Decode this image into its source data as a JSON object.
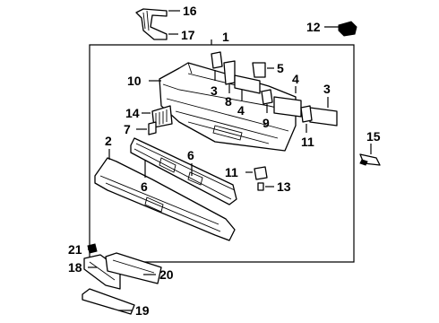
{
  "callouts": {
    "c1": "1",
    "c2": "2",
    "c3a": "3",
    "c3b": "3",
    "c4a": "4",
    "c4b": "4",
    "c5": "5",
    "c6a": "6",
    "c6b": "6",
    "c7": "7",
    "c8": "8",
    "c9": "9",
    "c10": "10",
    "c11a": "11",
    "c11b": "11",
    "c12": "12",
    "c13": "13",
    "c14": "14",
    "c15": "15",
    "c16": "16",
    "c17": "17",
    "c18": "18",
    "c19": "19",
    "c20": "20",
    "c21": "21"
  }
}
